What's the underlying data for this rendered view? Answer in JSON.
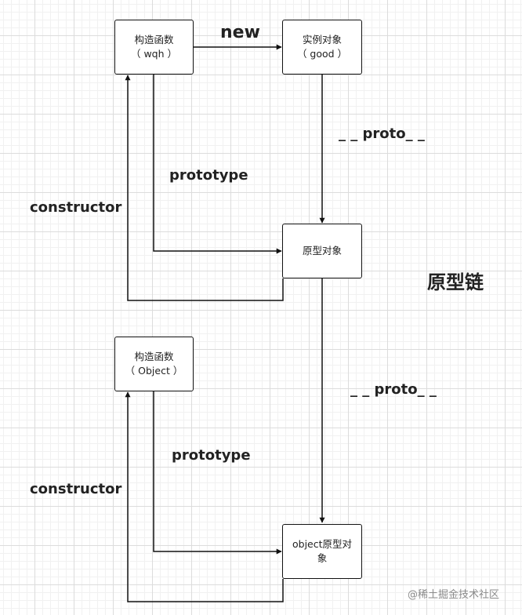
{
  "nodes": {
    "ctor_wqh": {
      "line1": "构造函数",
      "line2": "（ wqh ）"
    },
    "instance": {
      "line1": "实例对象",
      "line2": "（ good ）"
    },
    "proto_obj": {
      "line1": "原型对象"
    },
    "ctor_object": {
      "line1": "构造函数",
      "line2": "（ Object ）"
    },
    "object_proto": {
      "line1": "object原型对",
      "line2": "象"
    }
  },
  "labels": {
    "new": "new",
    "proto_upper": "_ _ proto_ _",
    "prototype_upper": "prototype",
    "constructor_upper": "constructor",
    "proto_lower": "_ _ proto_ _",
    "prototype_lower": "prototype",
    "constructor_lower": "constructor",
    "title": "原型链"
  },
  "watermark": "@稀土掘金技术社区"
}
